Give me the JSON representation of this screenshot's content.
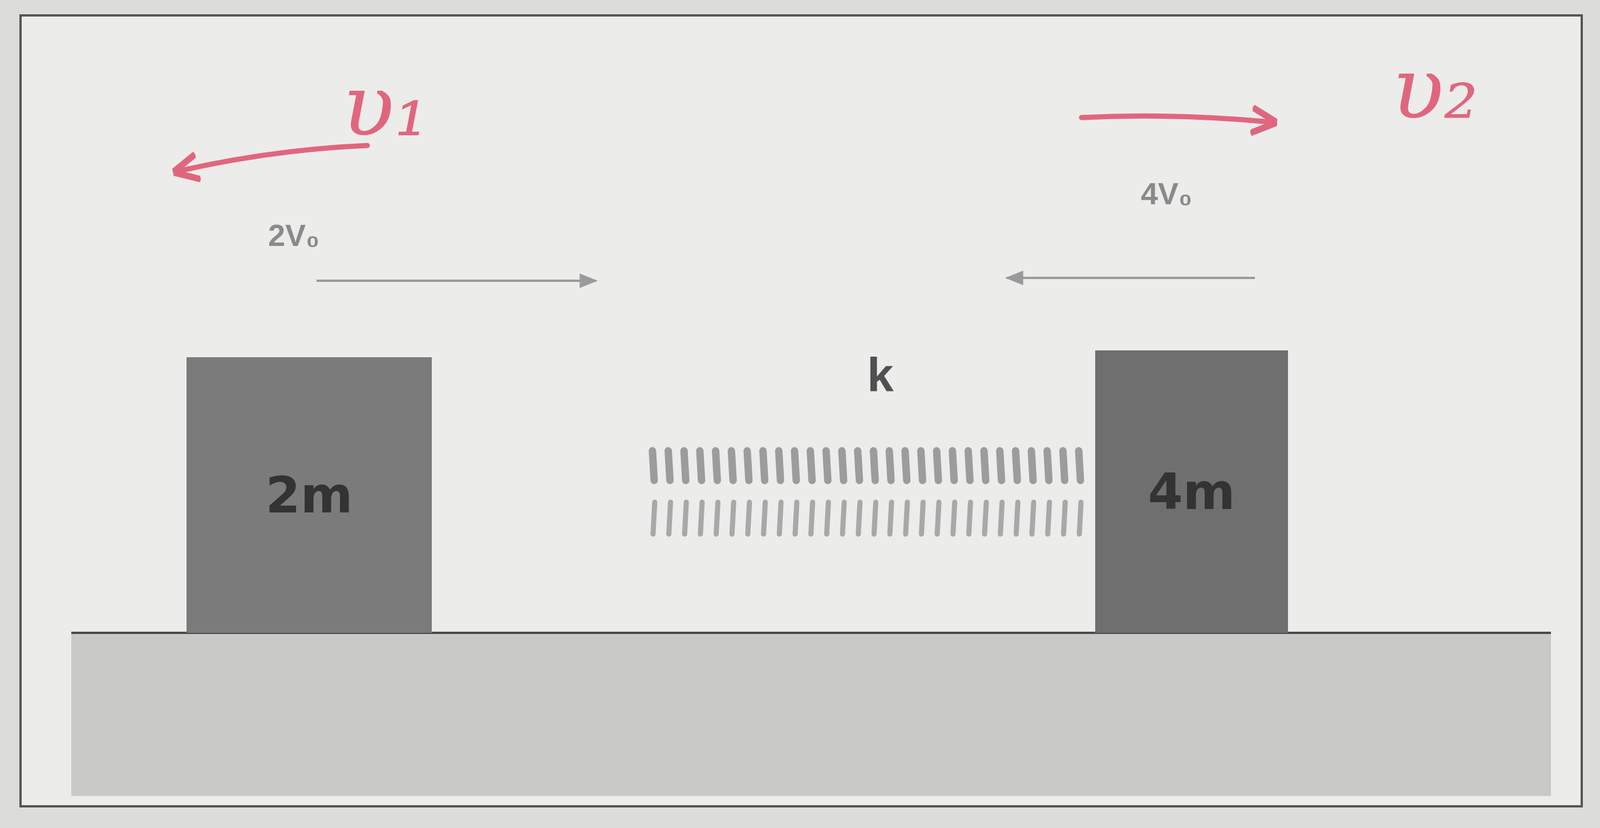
{
  "diagram": {
    "nodes": [
      {
        "text": [
          "2m"
        ]
      },
      {
        "text": [
          "4m"
        ]
      }
    ],
    "labels": [
      "υ₁",
      "υ₂",
      "2V₀",
      "4V₀",
      "k"
    ]
  }
}
